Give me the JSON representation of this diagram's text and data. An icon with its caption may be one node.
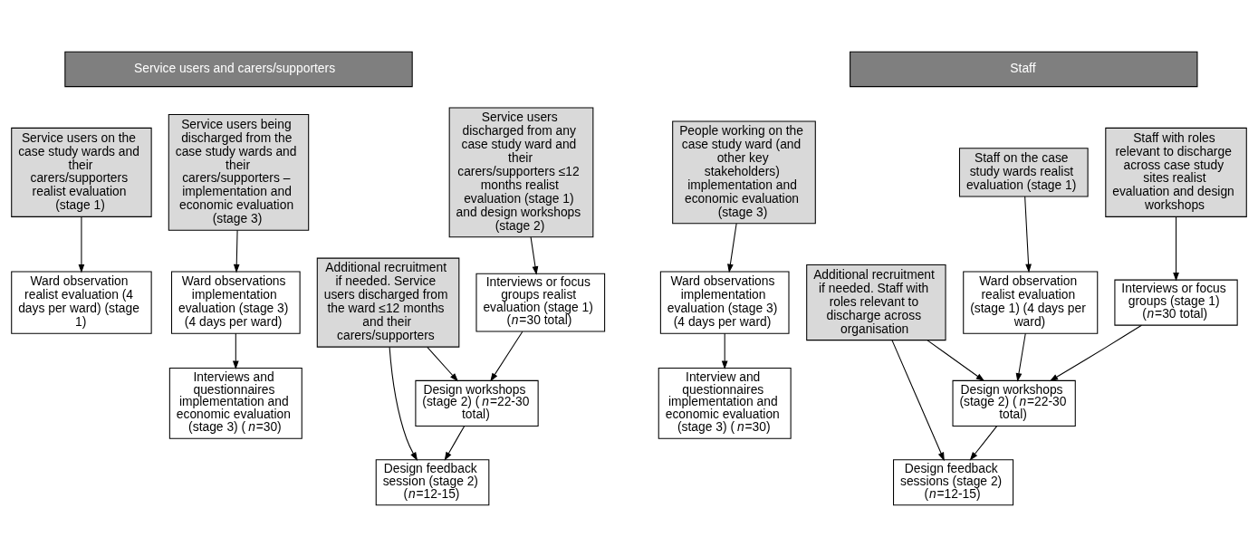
{
  "diagram": {
    "nodes": [
      {
        "text": [
          "Service users and carers/supporters"
        ]
      },
      {
        "text": [
          "Service users on the case study wards and their carers/supporters realist evaluation (stage 1)"
        ]
      },
      {
        "text": [
          "Ward observation realist evaluation (4 days per ward) (stage 1)"
        ]
      },
      {
        "text": [
          "Service users discharged from any case study ward and their carers/supporters ≤12 months realist evaluation (stage 1) and design workshops (stage 2)"
        ]
      },
      {
        "text": [
          "Interviews or focus groups realist evaluation (stage 1) (*n*=30 total)"
        ]
      },
      {
        "text": [
          "Design workshops (stage 2) (*n*=22-30 total)"
        ]
      },
      {
        "text": [
          "Design feedback session (stage 2) (*n*=12-15)"
        ]
      },
      {
        "text": [
          "Additional recruitment if needed. Service users discharged from the ward ≤12 months and their carers/supporters"
        ]
      },
      {
        "text": [
          "Service users being discharged from the case study wards and their carers/supporters – implementation and economic evaluation (stage 3)"
        ]
      },
      {
        "text": [
          "Ward observations implementation evaluation (stage 3) (4 days per ward)"
        ]
      },
      {
        "text": [
          "Interviews and questionnaires implementation and economic evaluation (stage 3) (*n*=30)"
        ]
      },
      {
        "text": [
          "Staff"
        ]
      },
      {
        "text": [
          "Staff on the case study wards realist evaluation (stage 1)"
        ]
      },
      {
        "text": [
          "Ward observation realist evaluation (stage 1) (4 days per ward)"
        ]
      },
      {
        "text": [
          "Staff with roles relevant to discharge across case study sites realist evaluation and design workshops"
        ]
      },
      {
        "text": [
          "Interviews or focus groups (stage 1) (*n*=30 total)"
        ]
      },
      {
        "text": [
          "Design workshops (stage 2) (*n*=22-30 total)"
        ]
      },
      {
        "text": [
          "Additional recruitment if needed. Staff with roles relevant to discharge across organisation"
        ]
      },
      {
        "text": [
          "Design feedback sessions (stage 2) (*n*=12-15)"
        ]
      },
      {
        "text": [
          "People working on the case study ward (and other key stakeholders) implementation and economic evaluation (stage 3)"
        ]
      },
      {
        "text": [
          "Ward observations implementation evaluation (stage 3) (4 days per ward)"
        ]
      },
      {
        "text": [
          "Interview and questionnaires implementation and economic evaluation (stage 3) (*n*=30)"
        ]
      }
    ],
    "edges": [
      {
        "from": 1,
        "to": 2,
        "arrow": "to"
      },
      {
        "from": 3,
        "to": 4,
        "arrow": "to"
      },
      {
        "from": 4,
        "to": 5,
        "arrow": "to"
      },
      {
        "from": 5,
        "to": 6,
        "arrow": "to"
      },
      {
        "from": 7,
        "to": 5,
        "arrow": "to"
      },
      {
        "from": 7,
        "to": 6,
        "arrow": "to"
      },
      {
        "from": 8,
        "to": 9,
        "arrow": "to"
      },
      {
        "from": 9,
        "to": 10,
        "arrow": "to"
      },
      {
        "from": 12,
        "to": 13,
        "arrow": "to"
      },
      {
        "from": 14,
        "to": 15,
        "arrow": "to"
      },
      {
        "from": 13,
        "to": 16,
        "arrow": "to"
      },
      {
        "from": 15,
        "to": 16,
        "arrow": "to"
      },
      {
        "from": 17,
        "to": 16,
        "arrow": "to"
      },
      {
        "from": 16,
        "to": 18,
        "arrow": "to"
      },
      {
        "from": 17,
        "to": 18,
        "arrow": "to"
      },
      {
        "from": 19,
        "to": 20,
        "arrow": "to"
      },
      {
        "from": 20,
        "to": 21,
        "arrow": "to"
      }
    ]
  }
}
